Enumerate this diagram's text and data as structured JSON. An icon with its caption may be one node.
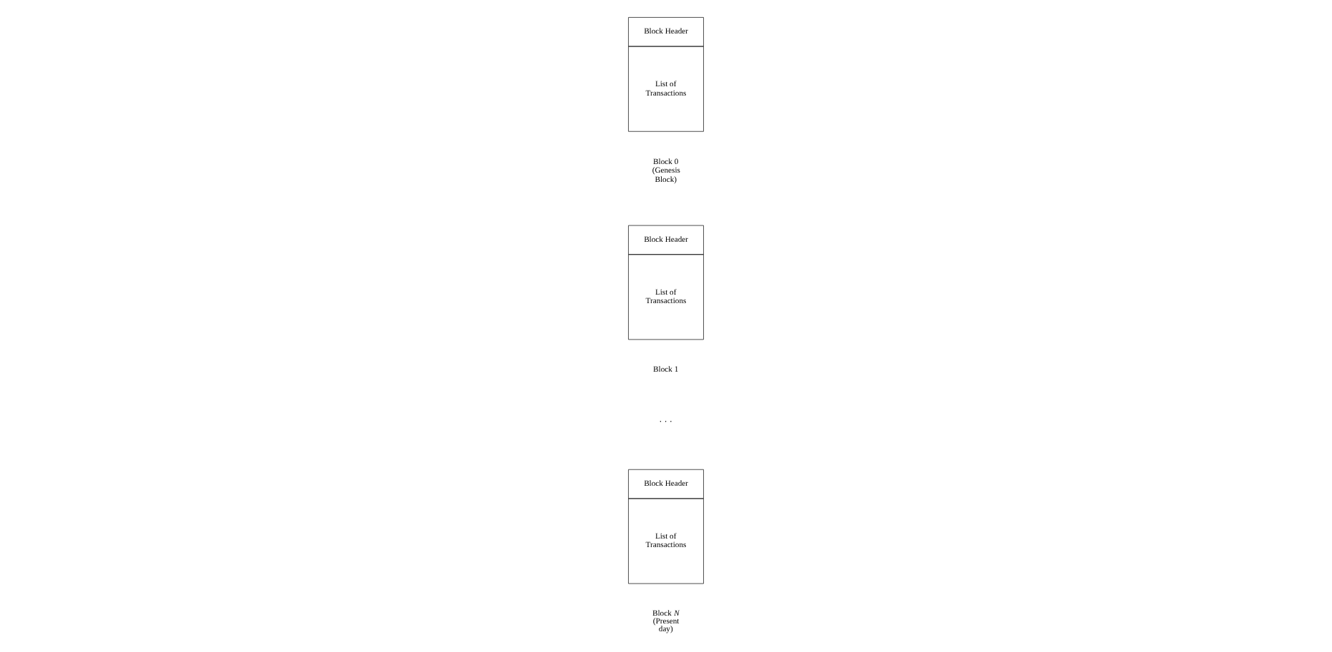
{
  "diagram": {
    "nodes": [
      {
        "text": [
          "Block Header",
          "List of Transactions"
        ],
        "beside": [
          "Block 0 (Genesis Block)"
        ]
      },
      {
        "text": [
          "Block Header",
          "List of Transactions"
        ],
        "beside": [
          "Block 1"
        ]
      },
      {
        "text": [
          "Block Header",
          "List of Transactions"
        ],
        "beside": [
          "Block *N* (Present day)"
        ]
      }
    ],
    "edges": [],
    "labels": [
      "· · ·"
    ]
  }
}
